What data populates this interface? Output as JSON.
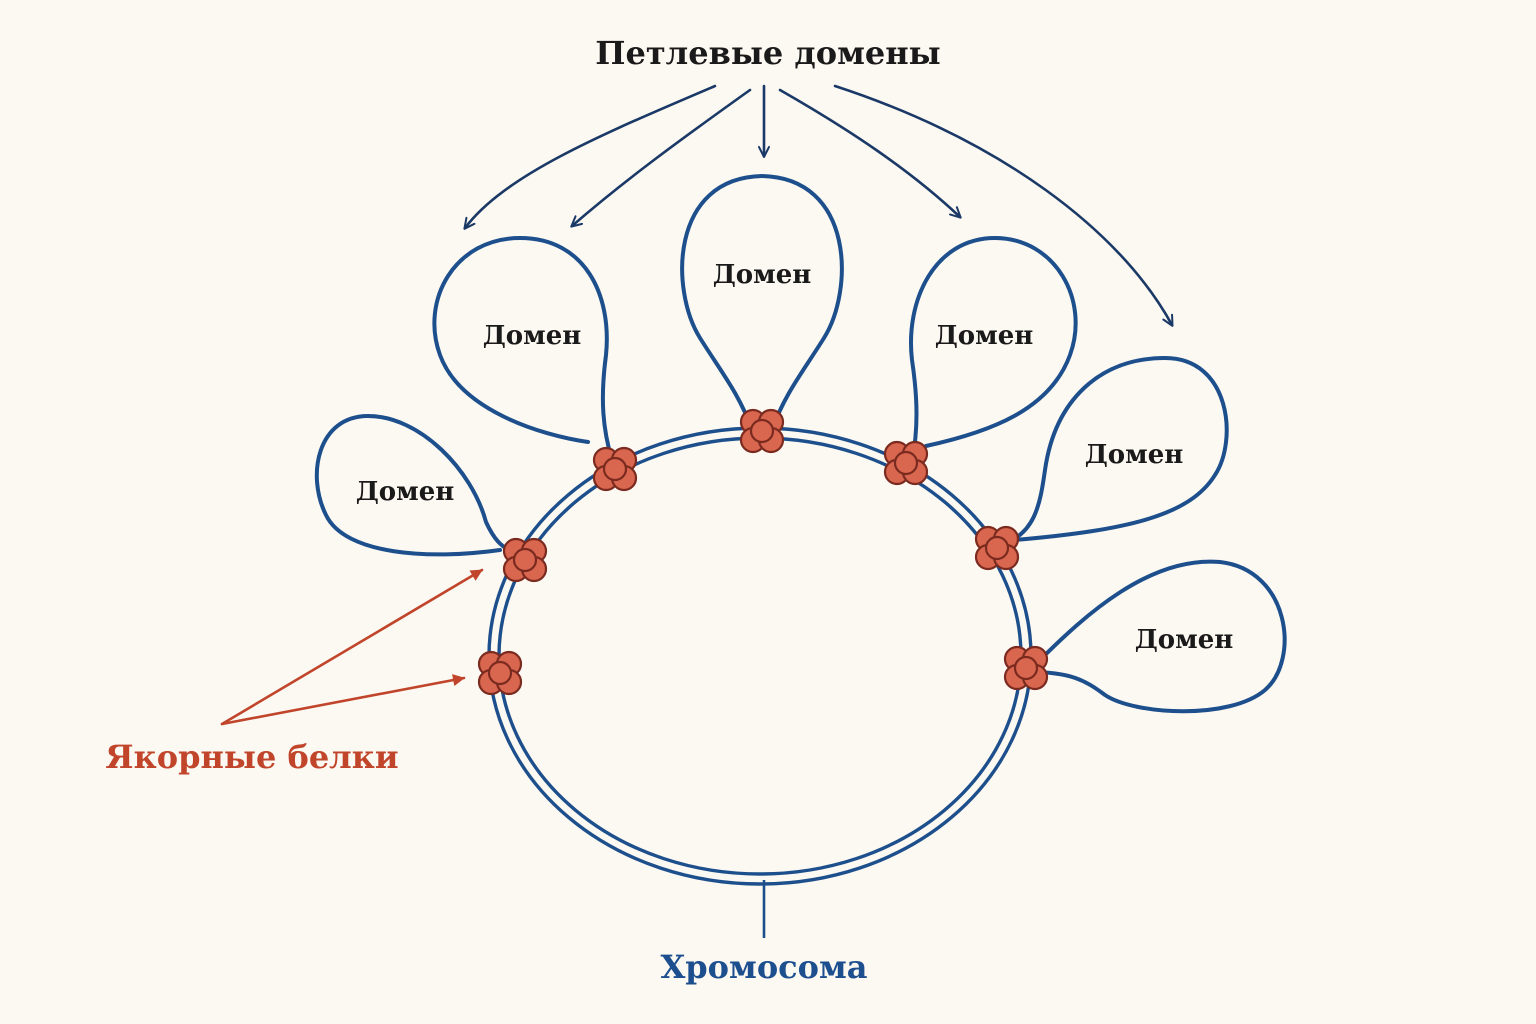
{
  "title": "Петлевые домены",
  "chromosome_label": "Хромосома",
  "anchor_label": "Якорные белки",
  "domains": [
    {
      "label": "Домен"
    },
    {
      "label": "Домен"
    },
    {
      "label": "Домен"
    },
    {
      "label": "Домен"
    },
    {
      "label": "Домен"
    },
    {
      "label": "Домен"
    }
  ],
  "colors": {
    "background": "#fcf8f2",
    "loop": "#1c4f8c",
    "title_text": "#1a1a1a",
    "title_arrows": "#1a3966",
    "anchor_fill": "#d9664f",
    "anchor_stroke": "#7a2a1e",
    "anchor_text": "#c0452a",
    "chromosome_text": "#1d4f8f"
  }
}
